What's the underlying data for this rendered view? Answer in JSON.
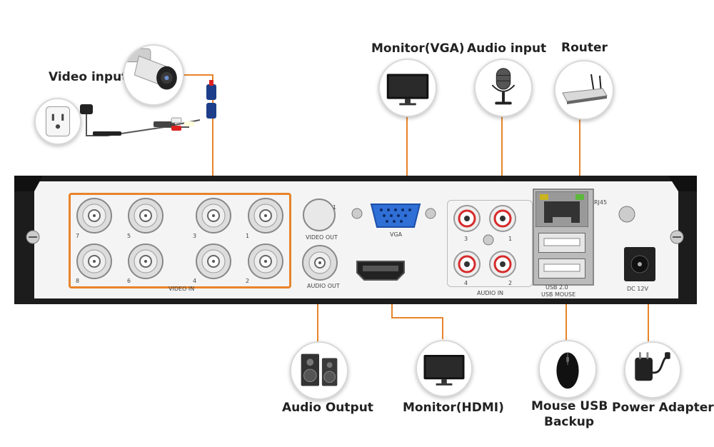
{
  "labels": {
    "video_input": "Video input",
    "monitor_vga": "Monitor(VGA)",
    "audio_input": "Audio input",
    "router": "Router",
    "audio_output": "Audio Output",
    "monitor_hdmi": "Monitor(HDMI)",
    "mouse_usb_backup_line1": "Mouse USB",
    "mouse_usb_backup_line2": "Backup",
    "power_adapter": "Power Adapter"
  },
  "panel": {
    "video_in": "VIDEO IN",
    "video_out": "VIDEO OUT",
    "audio_out": "AUDIO OUT",
    "vga": "VGA",
    "audio_in": "AUDIO IN",
    "rj45": "RJ45",
    "usb": "USB 2.0",
    "usb_mouse": "USB MOUSE",
    "dc": "DC 12V",
    "bnc_numbers": [
      "7",
      "5",
      "3",
      "1",
      "8",
      "6",
      "4",
      "2"
    ],
    "audio_in_numbers": [
      "3",
      "1",
      "4",
      "2"
    ],
    "video_out_number": "1"
  },
  "colors": {
    "accent_orange": "#e8842a",
    "panel_black": "#1c1c1c",
    "panel_white": "#f2f2f2",
    "vga_blue": "#2f6fd6",
    "rca_red": "#d62a2a"
  },
  "icons": [
    "security-camera-icon",
    "wall-outlet-icon",
    "monitor-icon",
    "microphone-icon",
    "router-icon",
    "speaker-icon",
    "mouse-icon",
    "power-adapter-icon"
  ]
}
